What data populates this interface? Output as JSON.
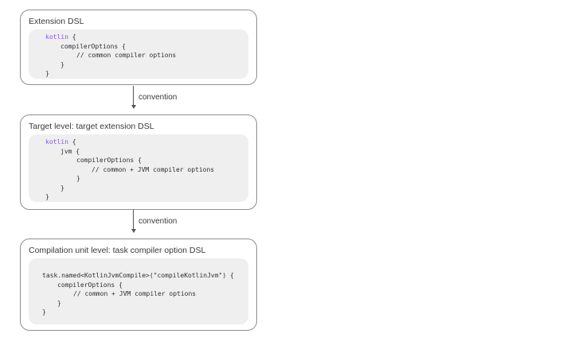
{
  "panels": [
    {
      "title": "Extension DSL",
      "code": {
        "l1_kw": "kotlin",
        "l1_rest": " {",
        "l2": "compilerOptions {",
        "l3": "// common compiler options",
        "l4": "}",
        "l5": "}"
      }
    },
    {
      "title": "Target level: target extension DSL",
      "code": {
        "l1_kw": "kotlin",
        "l1_rest": " {",
        "l2": "jvm {",
        "l3": "compilerOptions {",
        "l4": "// common + JVM compiler options",
        "l5": "}",
        "l6": "}",
        "l7": "}"
      }
    },
    {
      "title": "Compilation unit level: task compiler option DSL",
      "code": {
        "l1": "task.named<KotlinJvmCompile>(\"compileKotlinJvm\") {",
        "l2": "compilerOptions {",
        "l3": "// common + JVM compiler options",
        "l4": "}",
        "l5": "}"
      }
    }
  ],
  "connectors": [
    {
      "label": "convention"
    },
    {
      "label": "convention"
    }
  ],
  "colors": {
    "keyword": "#8459d9",
    "border": "#8f8f8f",
    "code_background": "#efefef"
  }
}
